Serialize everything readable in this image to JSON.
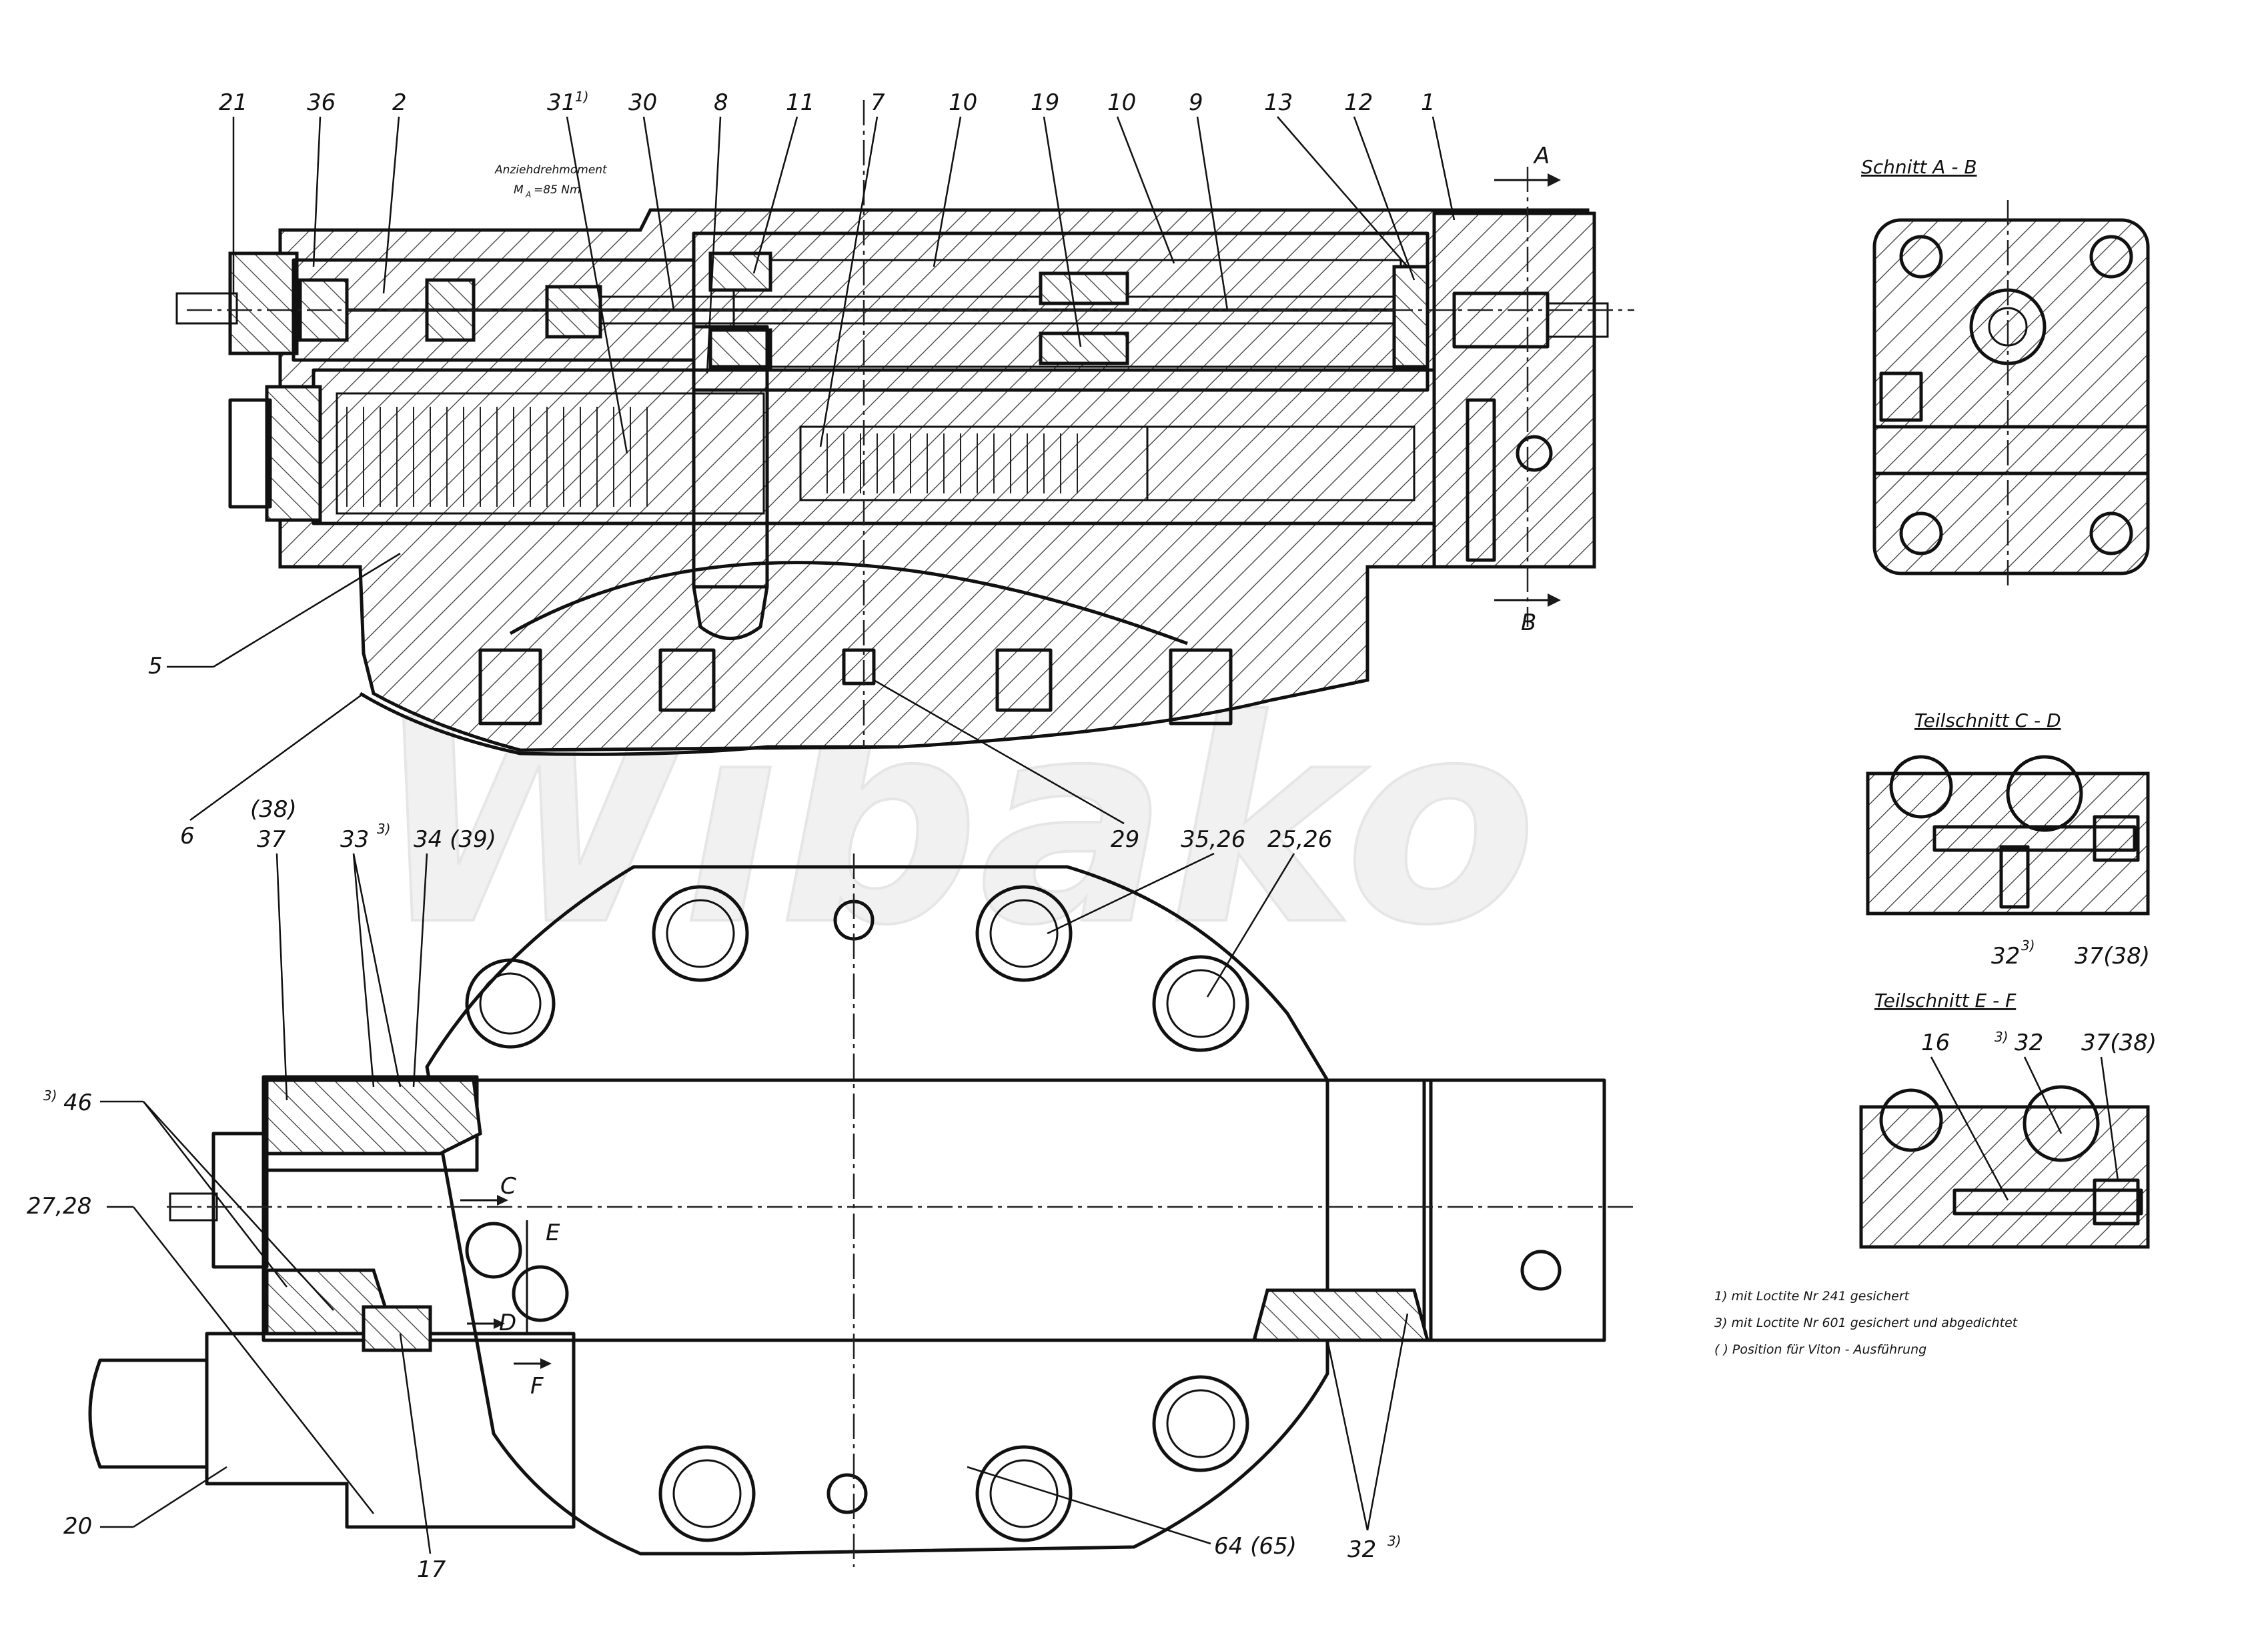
{
  "watermark": "Wibako",
  "main_view": {
    "torque_note_line1": "Anziehdrehmoment",
    "torque_note_line2": "M",
    "torque_note_sub": "A",
    "torque_note_value": "=85 Nm",
    "callouts_top": [
      "21",
      "36",
      "2",
      "31",
      "30",
      "8",
      "11",
      "7",
      "10",
      "19",
      "10",
      "9",
      "13",
      "12",
      "1"
    ],
    "callout_31_sup": "1)",
    "callouts_left": [
      "5",
      "6"
    ],
    "callout_bottom": "29",
    "section_marks": [
      "A",
      "B"
    ]
  },
  "plan_view": {
    "callouts": {
      "c38": "(38)",
      "c37": "37",
      "c33": "33",
      "c33_sup": "3)",
      "c34": "34 (39)",
      "c3526": "35,26",
      "c2526": "25,26",
      "c46": "46",
      "c46_sup": "3)",
      "c2728": "27,28",
      "c20": "20",
      "c17": "17",
      "c6465": "64 (65)",
      "c32": "32",
      "c32_sup": "3)"
    },
    "section_marks": [
      "C",
      "E",
      "D",
      "F"
    ]
  },
  "sections": {
    "ab_title": "Schnitt A - B",
    "cd_title": "Teilschnitt C - D",
    "cd_labels": {
      "a": "32",
      "a_sup": "3)",
      "b": "37(38)"
    },
    "ef_title": "Teilschnitt E - F",
    "ef_labels": {
      "a": "16",
      "b_sup": "3)",
      "b": "32",
      "c": "37(38)"
    }
  },
  "notes": [
    "1)  mit  Loctite  Nr 241 gesichert",
    "3)  mit  Loctite  Nr 601 gesichert und abgedichtet",
    "( )  Position  für  Viton - Ausführung"
  ]
}
